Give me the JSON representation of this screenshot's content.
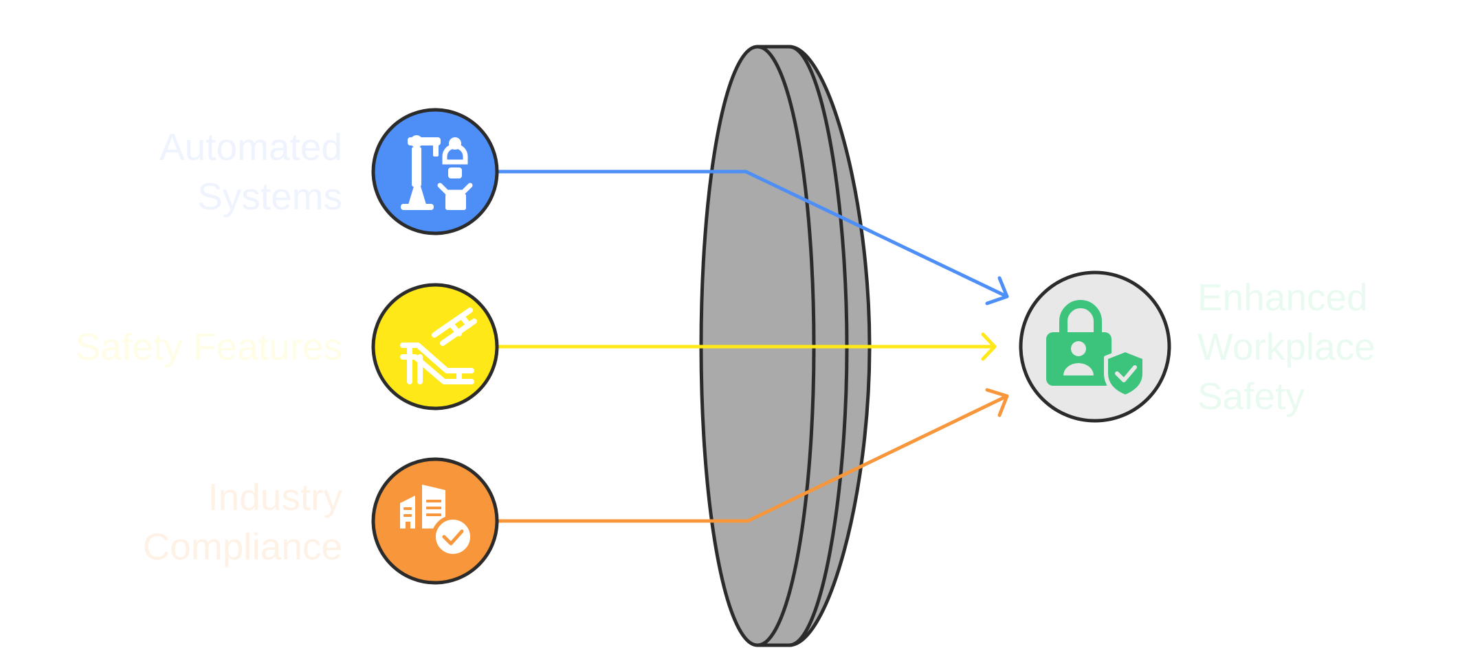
{
  "inputs": [
    {
      "label_lines": [
        "Automated",
        "Systems"
      ],
      "color": "#4d8ef7",
      "text_color": "#eef3fd",
      "icon": "robot-arm-worker-icon"
    },
    {
      "label_lines": [
        "Safety Features"
      ],
      "color": "#ffe817",
      "text_color": "#fffde6",
      "icon": "safety-barrier-icon"
    },
    {
      "label_lines": [
        "Industry",
        "Compliance"
      ],
      "color": "#f7963a",
      "text_color": "#fef2e7",
      "icon": "compliance-buildings-check-icon"
    }
  ],
  "output": {
    "label_lines": [
      "Enhanced",
      "Workplace",
      "Safety"
    ],
    "circle_color": "#e8e8e8",
    "icon_color": "#3cc47c",
    "text_color": "#e9faf1",
    "icon": "lock-user-shield-icon"
  },
  "lens_color": "#aaaaaa",
  "stroke_color": "#2b2b2b"
}
